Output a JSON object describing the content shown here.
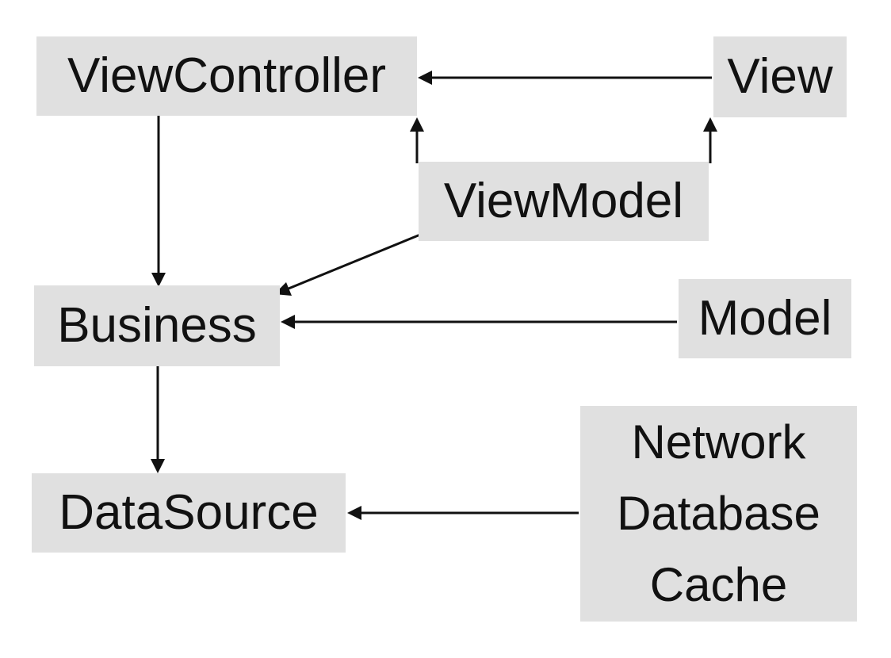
{
  "nodes": {
    "viewcontroller": "ViewController",
    "view": "View",
    "viewmodel": "ViewModel",
    "business": "Business",
    "model": "Model",
    "datasource": "DataSource",
    "network_stack": [
      "Network",
      "Database",
      "Cache"
    ]
  },
  "edges": [
    {
      "from": "View",
      "to": "ViewController"
    },
    {
      "from": "ViewModel",
      "to": "ViewController"
    },
    {
      "from": "ViewModel",
      "to": "View"
    },
    {
      "from": "ViewController",
      "to": "Business"
    },
    {
      "from": "ViewModel",
      "to": "Business"
    },
    {
      "from": "Model",
      "to": "Business"
    },
    {
      "from": "Business",
      "to": "DataSource"
    },
    {
      "from": "Network Database Cache",
      "to": "DataSource"
    }
  ],
  "colors": {
    "node_fill": "#e0e0e0",
    "text": "#111111",
    "arrow": "#111111",
    "background": "#ffffff"
  }
}
